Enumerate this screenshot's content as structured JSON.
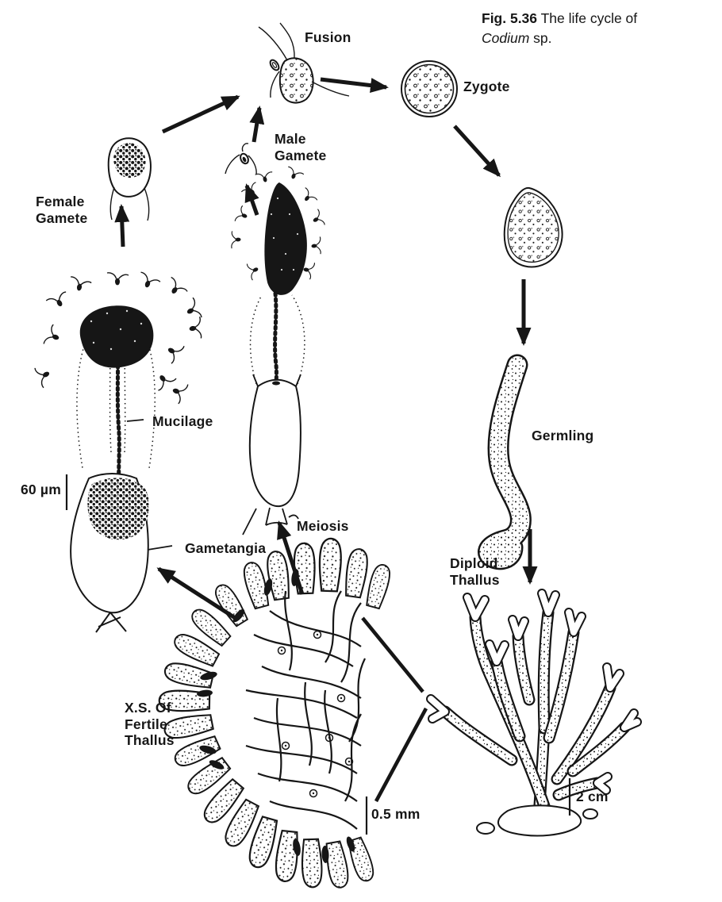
{
  "figure_caption": {
    "prefix": "Fig. 5.36",
    "text": " The life cycle of",
    "species": "Codium",
    "suffix": " sp."
  },
  "labels": {
    "fusion": "Fusion",
    "zygote": "Zygote",
    "male_gamete": "Male\nGamete",
    "female_gamete": "Female\nGamete",
    "mucilage": "Mucilage",
    "gametangia": "Gametangia",
    "meiosis": "Meiosis",
    "germling": "Germling",
    "diploid_thallus": "Diploid\nThallus",
    "xs_fertile_thallus": "X.S. Of\nFertile\nThallus"
  },
  "scale_bars": {
    "micro": "60 µm",
    "section": "0.5 mm",
    "thallus": "2 cm"
  },
  "colors": {
    "ink": "#161616",
    "paper": "#ffffff"
  }
}
